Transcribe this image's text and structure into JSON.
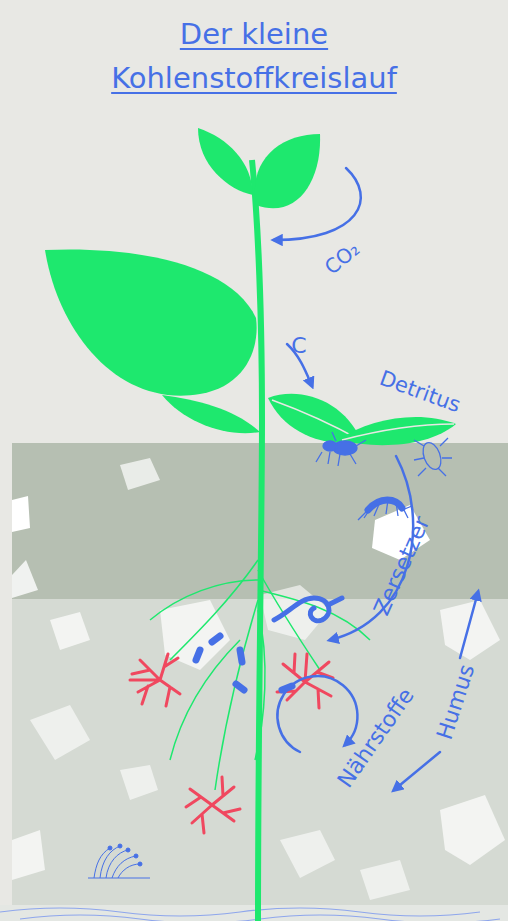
{
  "diagram": {
    "title": "Der kleine Kohlenstoffkreislauf",
    "labels": [
      "CO₂",
      "C",
      "Detritus",
      "Zersetzer",
      "Humus",
      "Nährstoffe"
    ]
  }
}
